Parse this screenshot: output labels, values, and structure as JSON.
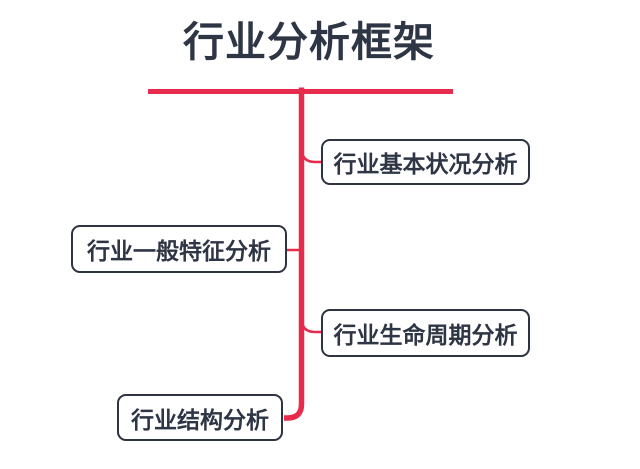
{
  "title": "行业分析框架",
  "colors": {
    "accent": "#e62b4c",
    "ink": "#2e3544",
    "ink_border": "#2d3340",
    "background": "#ffffff"
  },
  "nodes": [
    {
      "label": "行业基本状况分析",
      "side": "right"
    },
    {
      "label": "行业一般特征分析",
      "side": "left"
    },
    {
      "label": "行业生命周期分析",
      "side": "right"
    },
    {
      "label": "行业结构分析",
      "side": "left"
    }
  ]
}
